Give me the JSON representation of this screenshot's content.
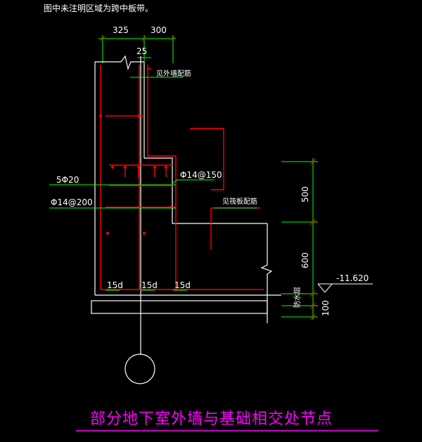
{
  "note_top": "图中未注明区域为跨中板带。",
  "dims": {
    "top_left": "325",
    "top_right": "300",
    "cover": "25",
    "right_upper": "500",
    "right_lower": "600",
    "right_bottom": "100"
  },
  "labels": {
    "outer_wall_ref": "见外墙配筋",
    "bar_5": "5Φ20",
    "bar_phi14_150": "Φ14@150",
    "bar_phi14_200": "Φ14@200",
    "slab_ref": "见筏板配筋",
    "anchor_1": "15d",
    "anchor_2": "15d",
    "anchor_3": "15d",
    "waterproof": "防水层",
    "elevation": "-11.620"
  },
  "title": "部分地下室外墙与基础相交处节点",
  "colors": {
    "background": "#000000",
    "white": "#ffffff",
    "red": "#ff0000",
    "green": "#00ff00",
    "magenta": "#ff00ff",
    "cyan": "#00ffff"
  }
}
